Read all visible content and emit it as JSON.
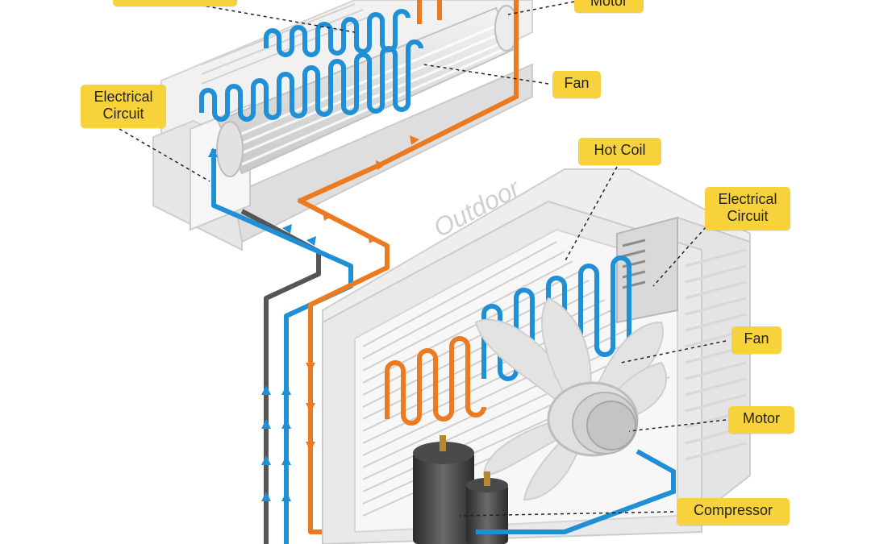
{
  "zone_label": "Outdoor",
  "callouts": {
    "indoor_top_left": "",
    "indoor_motor": "Motor",
    "indoor_fan": "Fan",
    "indoor_electrical_circuit": "Electrical\nCircuit",
    "hot_coil": "Hot Coil",
    "outdoor_electrical_circuit": "Electrical\nCircuit",
    "outdoor_fan": "Fan",
    "outdoor_motor": "Motor",
    "compressor": "Compressor"
  },
  "colors": {
    "callout_fill": "#f8d23b",
    "cold_pipe": "#1f8fd6",
    "hot_pipe": "#ec7a21",
    "return_pipe": "#555555",
    "unit_body": "#ececec"
  },
  "icons": {
    "flow_arrows": "arrow-icon"
  }
}
